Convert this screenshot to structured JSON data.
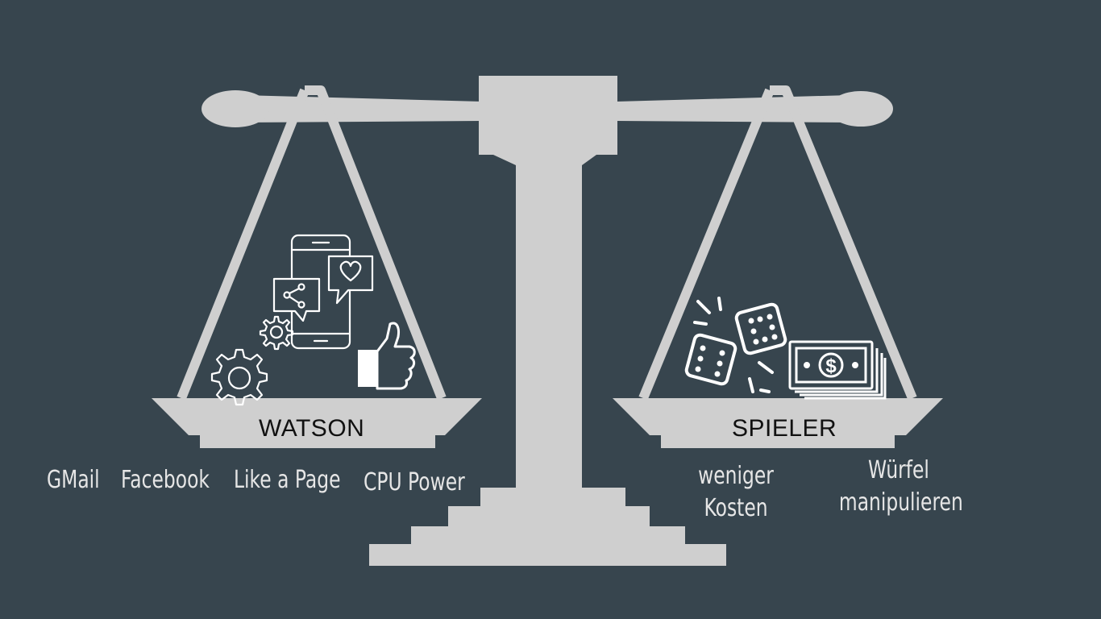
{
  "left_pan": {
    "label": "WATSON",
    "items": [
      "GMail",
      "Facebook",
      "Like a Page",
      "CPU Power"
    ]
  },
  "right_pan": {
    "label": "SPIELER",
    "items": [
      "weniger\nKosten",
      "Würfel\nmanipulieren"
    ]
  },
  "colors": {
    "background": "#37454e",
    "scale": "#cfcfcf",
    "icon": "#ffffff",
    "pan_label": "#111111",
    "item_label": "#e6e6e6"
  },
  "icons": [
    "smartphone-icon",
    "share-bubble-icon",
    "heart-bubble-icon",
    "gear-icon",
    "thumbs-up-icon",
    "dice-icon",
    "money-stack-icon"
  ]
}
